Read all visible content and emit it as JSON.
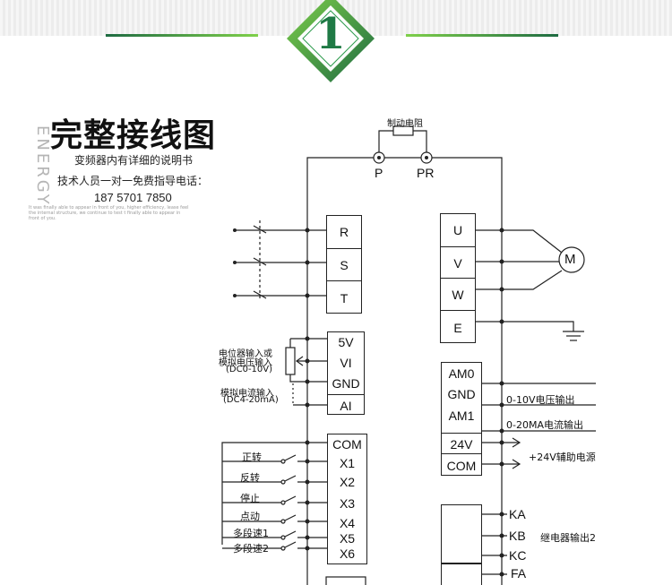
{
  "header": {
    "step_number": "1",
    "colors": {
      "accent_green": "#2d9b4d",
      "dark_green": "#1e6b42",
      "light_green": "#7fd04a"
    }
  },
  "title_block": {
    "title": "完整接线图",
    "subtitle": "变频器内有详细的说明书",
    "support_line": "技术人员一对一免费指导电话：",
    "phone": "187 5701 7850",
    "watermark": "ENERGY",
    "blurb": "It was finally able to appear in front of you, higher efficiency, lease feel the internal structure, we continue to test t finally able to appear in front of you."
  },
  "diagram": {
    "brake_resistor_label": "制动电阻",
    "brake_terminals": [
      "P",
      "PR"
    ],
    "power_inputs": [
      "R",
      "S",
      "T"
    ],
    "motor_outputs": [
      "U",
      "V",
      "W",
      "E"
    ],
    "motor_symbol": "M",
    "analog_inputs": {
      "terminals": [
        "5V",
        "VI",
        "GND",
        "AI"
      ],
      "pot_label_line1": "电位器输入或",
      "pot_label_line2": "模拟电压输入",
      "pot_range": "(DC0-10V)",
      "current_label": "模拟电流输入",
      "current_range": "(DC4-20mA)"
    },
    "analog_outputs": {
      "terminals": [
        "AM0",
        "GND",
        "AM1",
        "24V",
        "COM"
      ],
      "voltage_out_label": "0-10V电压输出",
      "current_out_label": "0-20MA电流输出",
      "aux_power_label": "+24V辅助电源"
    },
    "digital_inputs": {
      "terminals": [
        "COM",
        "X1",
        "X2",
        "X3",
        "X4",
        "X5",
        "X6"
      ],
      "functions": [
        "正转",
        "反转",
        "停止",
        "点动",
        "多段速1",
        "多段速2"
      ]
    },
    "relay": {
      "terminals": [
        "KA",
        "KB",
        "KC",
        "FA"
      ],
      "relay_label": "继电器输出2"
    }
  }
}
